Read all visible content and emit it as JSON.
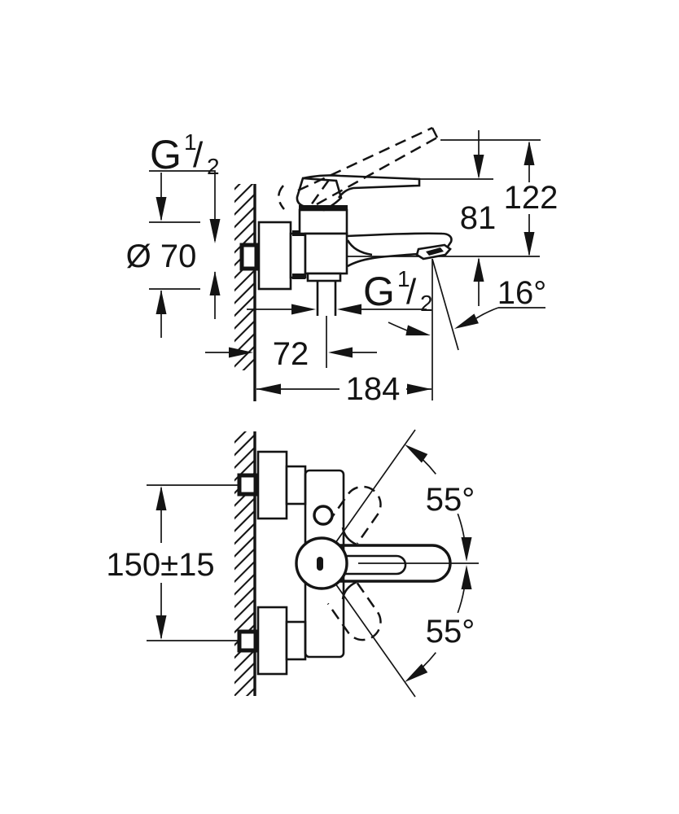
{
  "colors": {
    "ink": "#141414",
    "paper": "#ffffff"
  },
  "side_view": {
    "labels": {
      "inlet_thread": {
        "prefix": "G",
        "sup": "1",
        "slash": "/",
        "sub": "2"
      },
      "escutcheon_diameter": "Ø 70",
      "height_lever_open": "122",
      "height_lever_closed": "81",
      "spout_angle": "16°",
      "wall_to_outlet": "72",
      "projection": "184",
      "outlet_thread": {
        "prefix": "G",
        "sup": "1",
        "slash": "/",
        "sub": "2"
      }
    }
  },
  "front_view": {
    "labels": {
      "connection_spacing": "150±15",
      "lever_swing_up": "55°",
      "lever_swing_down": "55°"
    }
  }
}
